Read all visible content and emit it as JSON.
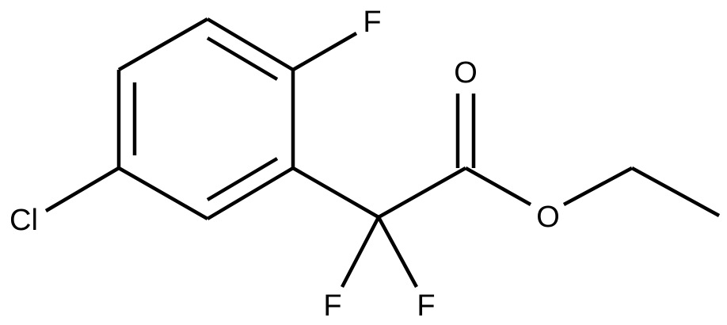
{
  "molecule": {
    "atoms": {
      "fluoro_ring": "F",
      "chloro": "Cl",
      "carbonyl_oxygen": "O",
      "ester_oxygen": "O",
      "difluoro_left": "F",
      "difluoro_right": "F"
    }
  },
  "colors": {
    "bond": "#000000",
    "label": "#000000",
    "background": "#ffffff"
  }
}
